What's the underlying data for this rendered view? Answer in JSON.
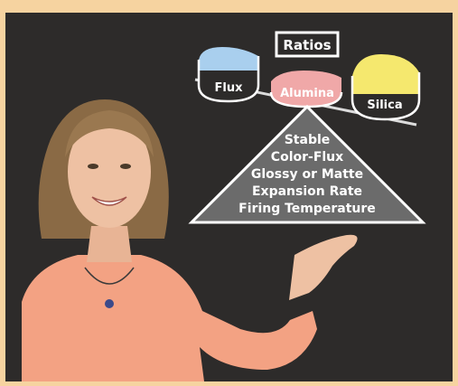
{
  "diagram": {
    "title": "Ratios",
    "bowls": {
      "flux": "Flux",
      "alumina": "Alumina",
      "silica": "Silica"
    },
    "properties": [
      "Stable",
      "Color-Flux",
      "Glossy or Matte",
      "Expansion Rate",
      "Firing Temperature"
    ]
  },
  "colors": {
    "background": "#2d2b2a",
    "frame": "#f6d3a0",
    "flux": "#a9cfee",
    "alumina": "#f0a8a8",
    "silica": "#f5e86e",
    "triangle": "#6b6b6b",
    "sweater": "#f3a283"
  }
}
